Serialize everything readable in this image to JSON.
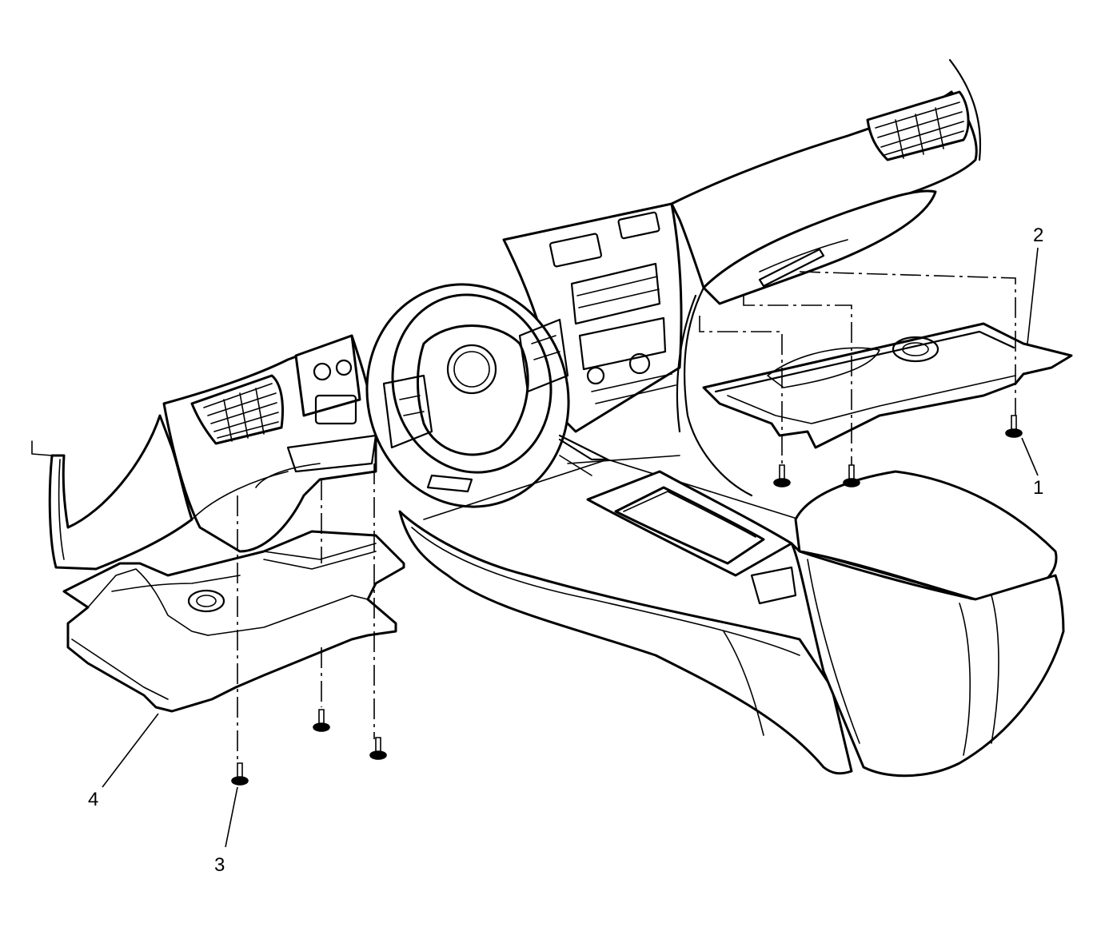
{
  "diagram": {
    "callouts": [
      {
        "id": "1",
        "label": "1"
      },
      {
        "id": "2",
        "label": "2"
      },
      {
        "id": "3",
        "label": "3"
      },
      {
        "id": "4",
        "label": "4"
      }
    ],
    "components": [
      "instrument-panel",
      "steering-wheel",
      "center-console",
      "insulator-panel-right",
      "insulator-panel-left",
      "fasteners"
    ],
    "colors": {
      "line": "#000000",
      "background": "#ffffff"
    }
  }
}
